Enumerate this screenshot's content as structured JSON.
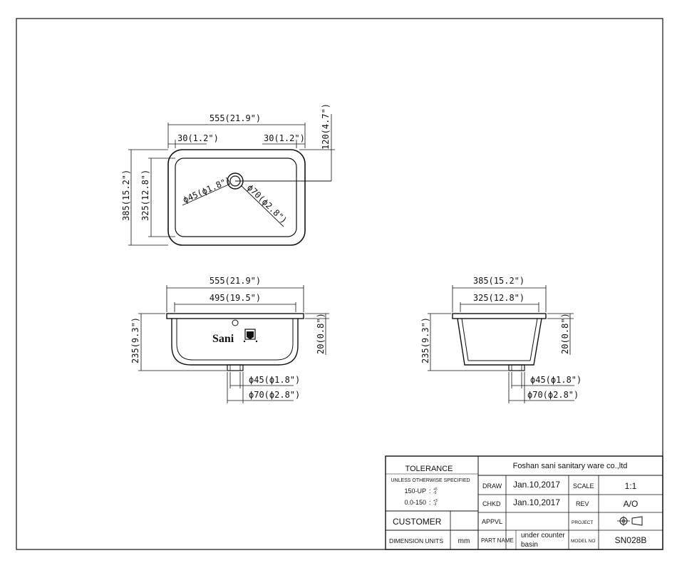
{
  "dims": {
    "top_width": "555(21.9\")",
    "top_left_rim": "30(1.2\")",
    "top_right_rim": "30(1.2\")",
    "top_drain_offset": "120(4.7\")",
    "top_depth_outer": "385(15.2\")",
    "top_depth_inner": "325(12.8\")",
    "top_drain_small": "ϕ45(ϕ1.8\")",
    "top_drain_large": "ϕ70(ϕ2.8\")",
    "front_width_outer": "555(21.9\")",
    "front_width_inner": "495(19.5\")",
    "front_height": "235(9.3\")",
    "front_rim": "20(0.8\")",
    "front_drain_small": "ϕ45(ϕ1.8\")",
    "front_drain_large": "ϕ70(ϕ2.8\")",
    "side_width_outer": "385(15.2\")",
    "side_width_inner": "325(12.8\")",
    "side_height": "235(9.3\")",
    "side_rim": "20(0.8\")",
    "side_drain_small": "ϕ45(ϕ1.8\")",
    "side_drain_large": "ϕ70(ϕ2.8\")"
  },
  "logo_text": "Sani",
  "title_block": {
    "tolerance": "TOLERANCE",
    "unless": "UNLESS OTHERWISE SPECIFIED",
    "tol1": "150-UP",
    "tol2": "0.0-150",
    "company": "Foshan sani sanitary ware co.,ltd",
    "draw_label": "DRAW",
    "draw_date": "Jan.10,2017",
    "scale_label": "SCALE",
    "scale_value": "1:1",
    "chkd_label": "CHKD",
    "chkd_date": "Jan.10,2017",
    "rev_label": "REV",
    "rev_value": "A/O",
    "customer": "CUSTOMER",
    "appvl_label": "APPVL",
    "project_label": "PROJECT",
    "dim_units_label": "DIMENSION UNITS",
    "dim_units_value": "mm",
    "part_name_label": "PART NAME",
    "part_name_line1": "under counter",
    "part_name_line2": "basin",
    "model_no_label": "MODEL NO",
    "model_no_value": "SN028B"
  }
}
